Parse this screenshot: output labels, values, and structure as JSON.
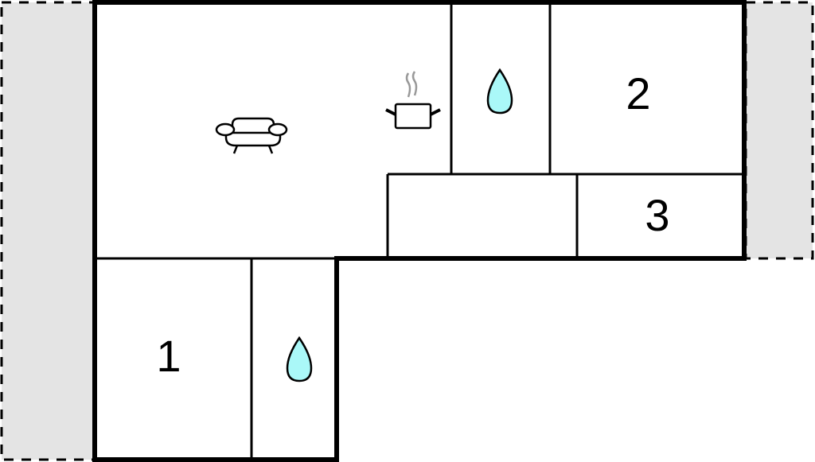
{
  "floorplan": {
    "type": "apartment floor plan",
    "colors": {
      "wall": "#000000",
      "terrace_fill": "#e4e4e4",
      "water_fill": "#aaf8f8",
      "steam": "#999999",
      "background": "#ffffff"
    },
    "rooms": [
      {
        "id": "living-room",
        "icon": "sofa-icon"
      },
      {
        "id": "kitchen",
        "icon": "cooking-pot-icon"
      },
      {
        "id": "bathroom-top",
        "icon": "water-drop-icon"
      },
      {
        "id": "bedroom-2",
        "label": "2"
      },
      {
        "id": "hallway"
      },
      {
        "id": "bedroom-3",
        "label": "3"
      },
      {
        "id": "bedroom-1",
        "label": "1"
      },
      {
        "id": "bathroom-bottom",
        "icon": "water-drop-icon"
      }
    ],
    "terraces": [
      {
        "id": "terrace-left"
      },
      {
        "id": "terrace-right"
      }
    ],
    "labels": {
      "room1": "1",
      "room2": "2",
      "room3": "3"
    }
  }
}
